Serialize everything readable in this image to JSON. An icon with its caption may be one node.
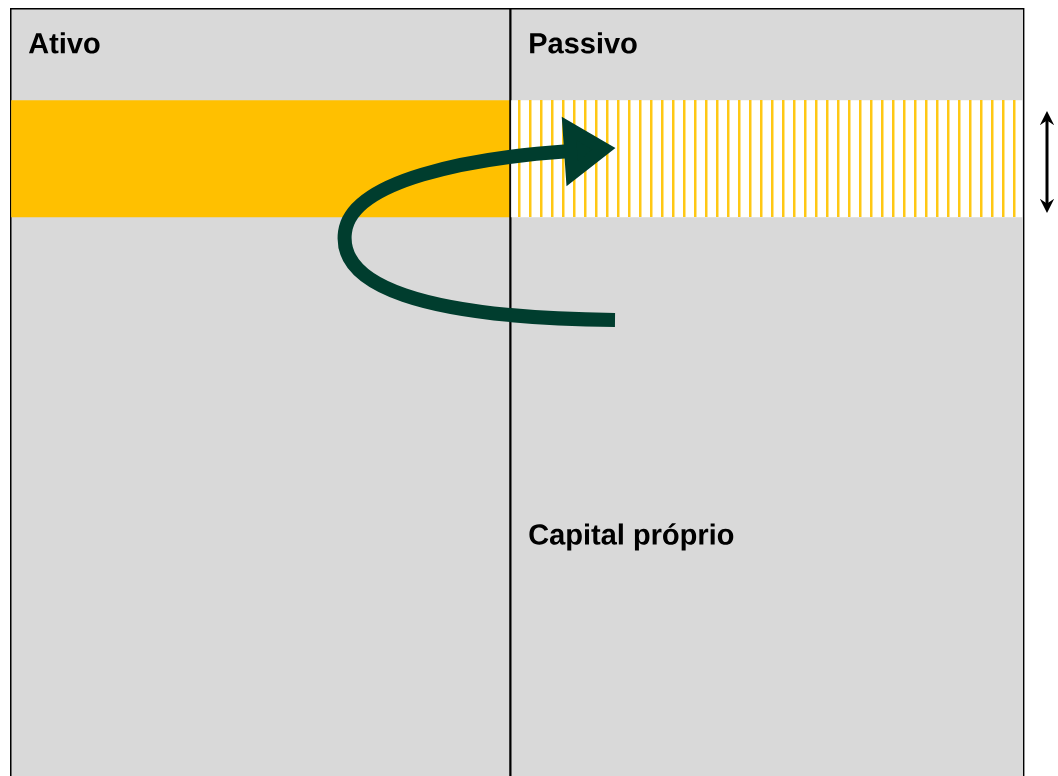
{
  "diagram": {
    "nodes": [
      {
        "text": [
          "Ativo"
        ]
      },
      {
        "text": [
          "Passivo",
          "Capital próprio"
        ]
      },
      {
        "text": [],
        "shape": "bar",
        "in": 0
      },
      {
        "text": [],
        "shape": "bar",
        "in": 1
      }
    ],
    "edges": [
      {
        "from": null,
        "to": 3,
        "arrow": "to"
      }
    ]
  }
}
